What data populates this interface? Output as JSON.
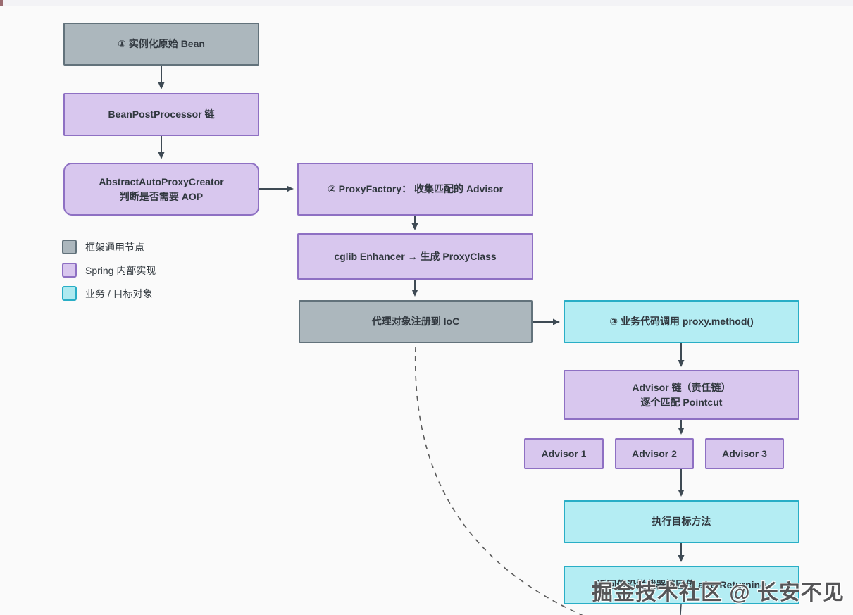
{
  "page": {
    "watermark_text": "掘金技术社区 @ 长安不见",
    "background_color": "#fafafa"
  },
  "legend": {
    "items": [
      {
        "label": "框架通用节点",
        "color": "#acb7bd"
      },
      {
        "label": "Spring 内部实现",
        "color": "#d8c7ee"
      },
      {
        "label": "业务 / 目标对象",
        "color": "#aeeaf0"
      }
    ]
  },
  "nodes": {
    "instantiate_bean": {
      "label": "① 实例化原始 Bean",
      "type": "framework"
    },
    "bean_post_processor": {
      "label": "BeanPostProcessor 链",
      "type": "spring"
    },
    "auto_proxy_creator": {
      "label": "AbstractAutoProxyCreator\n判断是否需要 AOP",
      "type": "spring"
    },
    "proxy_factory": {
      "label": "② ProxyFactory： 收集匹配的 Advisor",
      "type": "spring"
    },
    "cglib_enhancer": {
      "label": "cglib Enhancer → 生成 ProxyClass",
      "type": "spring"
    },
    "register_ioc": {
      "label": "代理对象注册到 IoC",
      "type": "framework"
    },
    "proxy_method_call": {
      "label": "③ 业务代码调用 proxy.method()",
      "type": "business"
    },
    "advisor_chain": {
      "label": "Advisor 链（责任链）\n逐个匹配 Pointcut",
      "type": "spring"
    },
    "advisor_1": {
      "label": "Advisor 1",
      "type": "spring"
    },
    "advisor_2": {
      "label": "Advisor 2",
      "type": "spring"
    },
    "advisor_3": {
      "label": "Advisor 3",
      "type": "spring"
    },
    "execute_target": {
      "label": "执行目标方法",
      "type": "business"
    },
    "return_value": {
      "label": "返回值沿拦截器链回传 afterReturning",
      "type": "business"
    }
  },
  "colors": {
    "framework_fill": "#acb7bd",
    "framework_border": "#62727b",
    "spring_fill": "#d8c7ee",
    "spring_border": "#8e70c3",
    "business_fill": "#b4edf3",
    "business_border": "#29aec6",
    "arrow": "#3e4a54",
    "dashed_curve": "#5a5a5a"
  }
}
